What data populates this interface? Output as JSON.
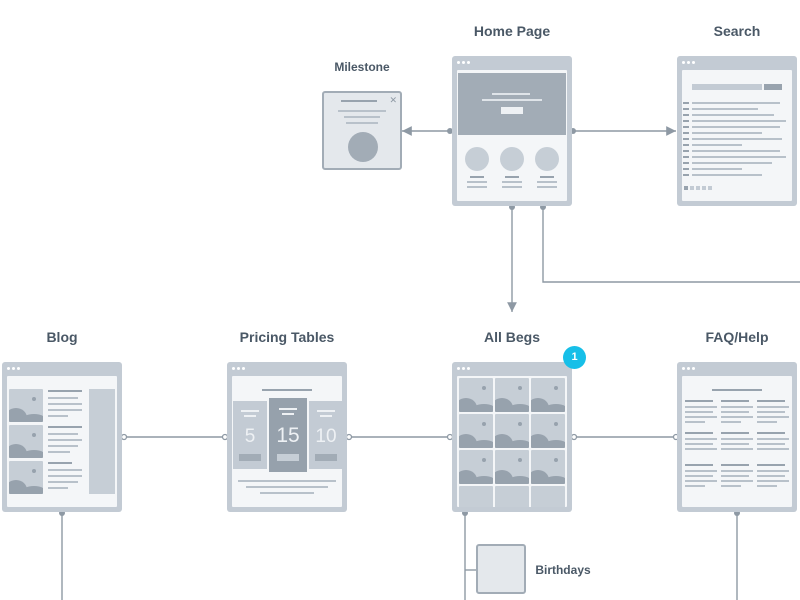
{
  "nodes": {
    "home": {
      "title": "Home Page"
    },
    "search": {
      "title": "Search"
    },
    "milestone": {
      "title": "Milestone",
      "close_glyph": "✕"
    },
    "blog": {
      "title": "Blog"
    },
    "pricing": {
      "title": "Pricing Tables",
      "prices": [
        "5",
        "15",
        "10"
      ]
    },
    "all_begs": {
      "title": "All Begs",
      "badge": "1"
    },
    "faq": {
      "title": "FAQ/Help"
    },
    "birthdays": {
      "title": "Birthdays"
    }
  },
  "colors": {
    "frame": "#c3cbd4",
    "canvas": "#f4f6f8",
    "connector": "#8e99a4",
    "badge": "#17bfe8",
    "label": "#4a5866"
  }
}
